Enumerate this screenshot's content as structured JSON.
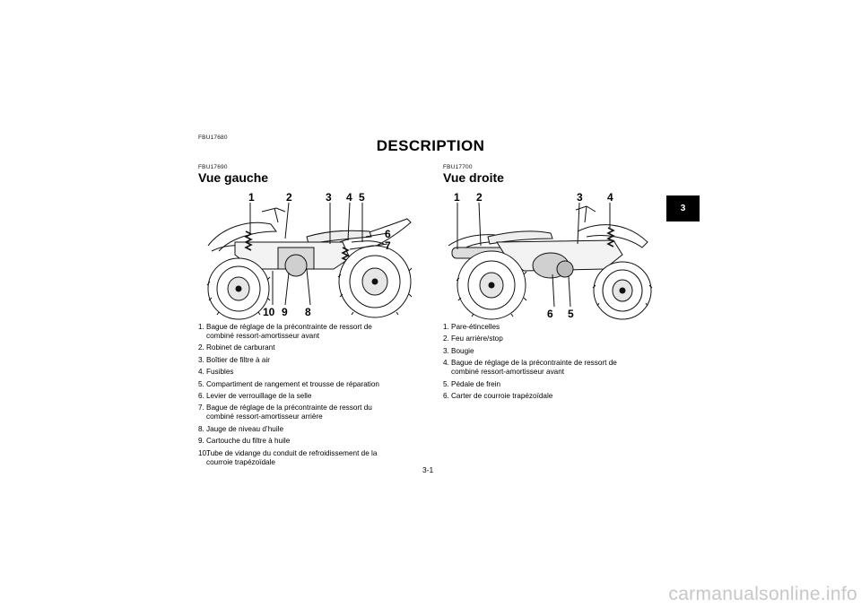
{
  "header": {
    "code_main": "FBU17680",
    "title": "DESCRIPTION"
  },
  "left_section": {
    "code": "FBU17690",
    "title": "Vue gauche",
    "callouts_top": [
      "1",
      "2",
      "3",
      "4",
      "5"
    ],
    "callouts_right": [
      "6",
      "7"
    ],
    "callouts_bottom": [
      "10",
      "9",
      "8"
    ],
    "items": [
      {
        "n": "1.",
        "text": "Bague de réglage de la précontrainte de ressort de",
        "text2": "combiné ressort-amortisseur avant"
      },
      {
        "n": "2.",
        "text": "Robinet de carburant"
      },
      {
        "n": "3.",
        "text": "Boîtier de filtre à air"
      },
      {
        "n": "4.",
        "text": "Fusibles"
      },
      {
        "n": "5.",
        "text": "Compartiment de rangement et trousse de réparation"
      },
      {
        "n": "6.",
        "text": "Levier de verrouillage de la selle"
      },
      {
        "n": "7.",
        "text": "Bague de réglage de la précontrainte de ressort du",
        "text2": "combiné ressort-amortisseur arrière"
      },
      {
        "n": "8.",
        "text": "Jauge de niveau d’huile"
      },
      {
        "n": "9.",
        "text": "Cartouche du filtre à huile"
      },
      {
        "n": "10.",
        "text": "Tube de vidange du conduit de refroidissement de la",
        "text2": "courroie trapézoïdale"
      }
    ]
  },
  "right_section": {
    "code": "FBU17700",
    "title": "Vue droite",
    "callouts_top": [
      "1",
      "2",
      "3",
      "4"
    ],
    "callouts_bottom": [
      "6",
      "5"
    ],
    "items": [
      {
        "n": "1.",
        "text": "Pare-étincelles"
      },
      {
        "n": "2.",
        "text": "Feu arrière/stop"
      },
      {
        "n": "3.",
        "text": "Bougie"
      },
      {
        "n": "4.",
        "text": "Bague de réglage de la précontrainte de ressort de",
        "text2": "combiné ressort-amortisseur avant"
      },
      {
        "n": "5.",
        "text": "Pédale de frein"
      },
      {
        "n": "6.",
        "text": "Carter de courroie trapézoïdale"
      }
    ]
  },
  "chapter_tab": "3",
  "page_number": "3-1",
  "watermark": "carmanualsonline.info"
}
